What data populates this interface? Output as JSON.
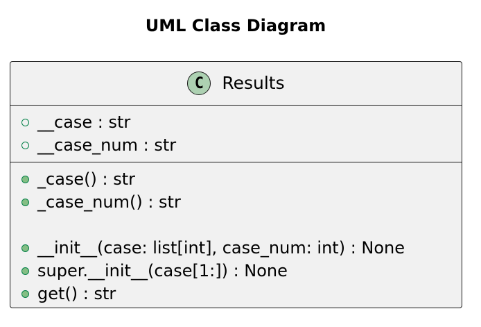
{
  "diagram": {
    "title": "UML Class Diagram"
  },
  "class": {
    "stereotype_letter": "C",
    "name": "Results",
    "stereotype_color": "#add1b2",
    "fields": [
      {
        "text": "__case : str"
      },
      {
        "text": "__case_num : str"
      }
    ],
    "methods_group1": [
      {
        "text": "_case() : str"
      },
      {
        "text": "_case_num() : str"
      }
    ],
    "methods_group2": [
      {
        "text": "__init__(case: list[int], case_num: int) : None"
      },
      {
        "text": "super.__init__(case[1:]) : None"
      },
      {
        "text": "get() : str"
      }
    ]
  },
  "colors": {
    "box_fill": "#f1f1f1",
    "border": "#181818",
    "visibility_icon": "#038048",
    "method_icon_fill": "#84be84"
  }
}
